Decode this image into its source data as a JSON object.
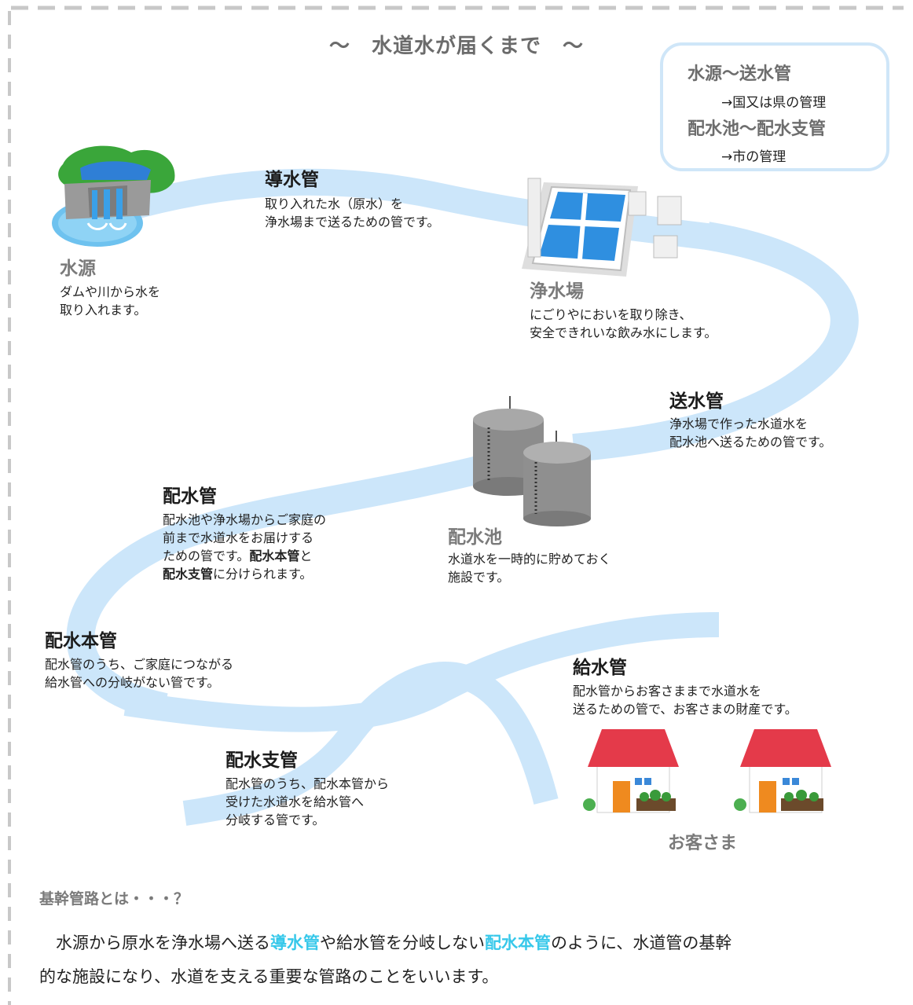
{
  "title": "～　水道水が届くまで　～",
  "legend": {
    "line1": "水源～送水管",
    "line2": "→国又は県の管理",
    "line3": "配水池～配水支管",
    "line4": "→市の管理"
  },
  "nodes": {
    "source": {
      "title": "水源",
      "desc1": "ダムや川から水を",
      "desc2": "取り入れます。"
    },
    "intake_pipe": {
      "title": "導水管",
      "desc1": "取り入れた水（原水）を",
      "desc2": "浄水場まで送るための管です。"
    },
    "plant": {
      "title": "浄水場",
      "desc1": "にごりやにおいを取り除き、",
      "desc2": "安全できれいな飲み水にします。"
    },
    "transmission": {
      "title": "送水管",
      "desc1": "浄水場で作った水道水を",
      "desc2": "配水池へ送るための管です。"
    },
    "reservoir": {
      "title": "配水池",
      "desc1": "水道水を一時的に貯めておく",
      "desc2": "施設です。"
    },
    "distribution": {
      "title": "配水管",
      "desc1": "配水池や浄水場からご家庭の",
      "desc2": "前まで水道水をお届けする",
      "desc3_a": "ための管です。",
      "desc3_b": "配水本管",
      "desc3_c": "と",
      "desc4_a": "配水支管",
      "desc4_b": "に分けられます。"
    },
    "main": {
      "title": "配水本管",
      "desc1": "配水管のうち、ご家庭につながる",
      "desc2": "給水管への分岐がない管です。"
    },
    "branch": {
      "title": "配水支管",
      "desc1": "配水管のうち、配水本管から",
      "desc2": "受けた水道水を給水管へ",
      "desc3": "分岐する管です。"
    },
    "service": {
      "title": "給水管",
      "desc1": "配水管からお客さままで水道水を",
      "desc2": "送るための管で、お客さまの財産です。"
    },
    "customer": {
      "title": "お客さま"
    }
  },
  "footer": {
    "question": "基幹管路とは・・・？",
    "p1": "　水源から原水を浄水場へ送る",
    "hl1": "導水管",
    "p2": "や給水管を分岐しない",
    "hl2": "配水本管",
    "p3": "のように、水道管の基幹",
    "p4": "的な施設になり、水道を支える重要な管路のことをいいます。"
  },
  "colors": {
    "pipe": "#cce6fa",
    "highlight": "#37c8ea",
    "frame_dash": "#c8c8c8",
    "roof": "#e43a4a",
    "water": "#2f8fe0"
  }
}
